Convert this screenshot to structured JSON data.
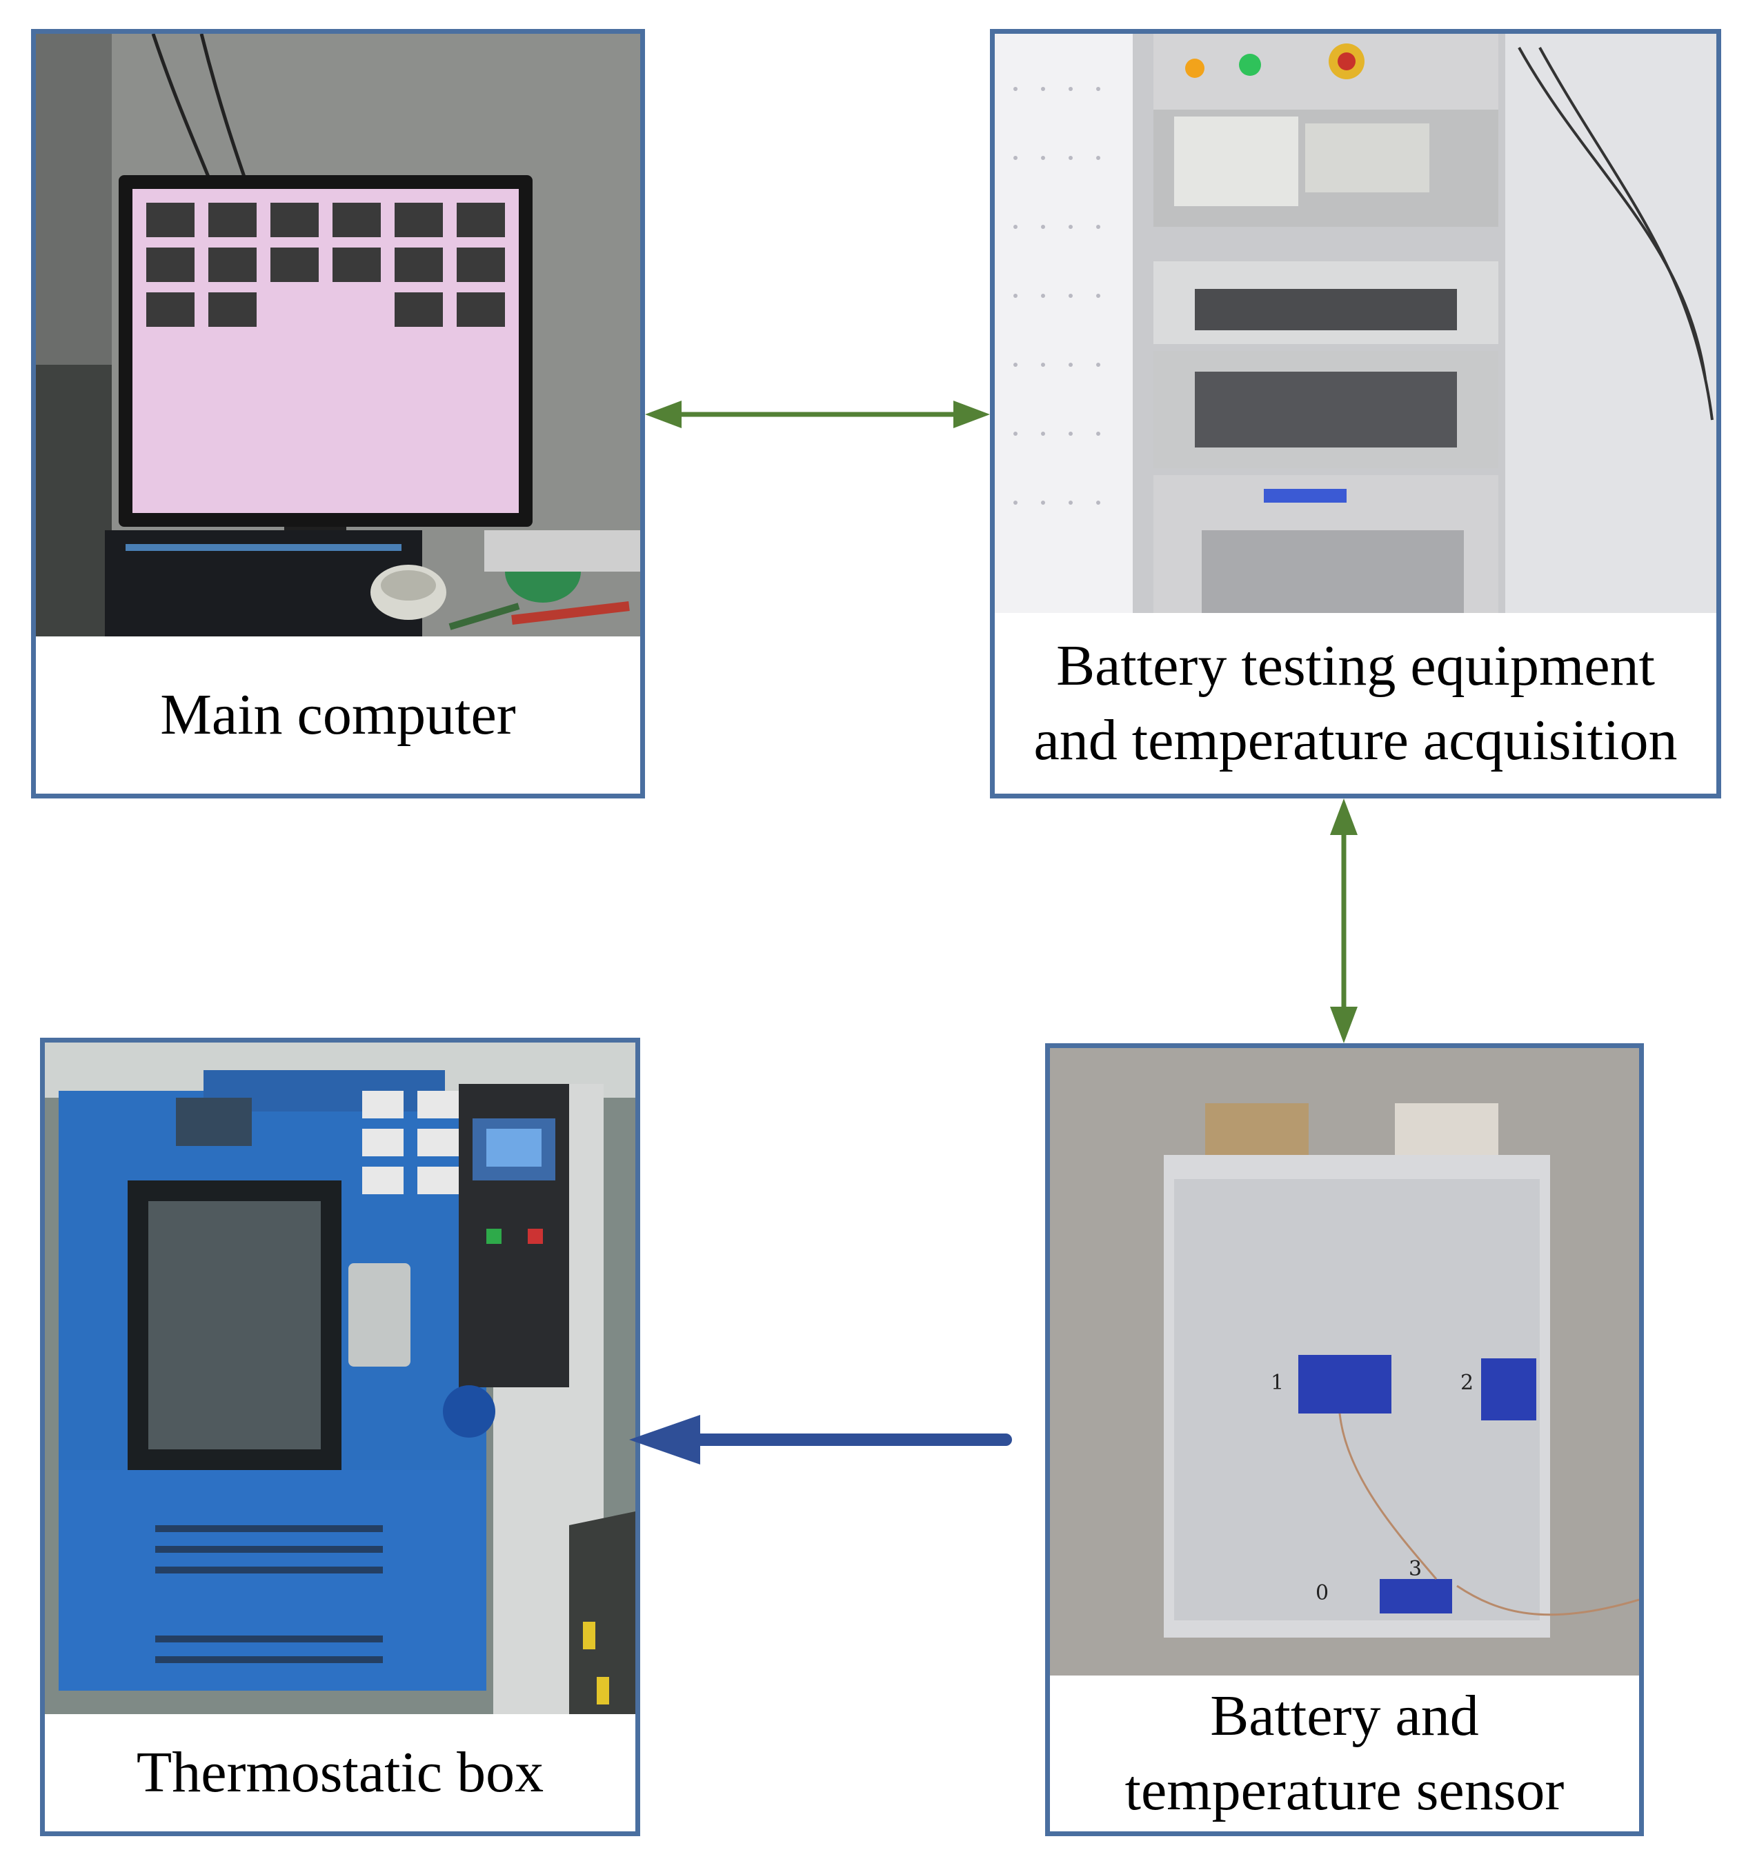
{
  "panels": {
    "main_computer": {
      "caption_lines": [
        "Main computer"
      ],
      "photo": "desktop-monitor-photo"
    },
    "battery_testing": {
      "caption_lines": [
        "Battery testing equipment",
        "and temperature acquisition"
      ],
      "photo": "test-cabinet-photo"
    },
    "thermostatic_box": {
      "caption_lines": [
        "Thermostatic box"
      ],
      "photo": "climate-chamber-photo"
    },
    "battery_sensor": {
      "caption_lines": [
        "Battery and",
        "temperature sensor"
      ],
      "photo": "pouch-cell-photo"
    }
  },
  "battery_photo_marks": [
    "1",
    "2",
    "0",
    "3"
  ],
  "arrows": {
    "computer_to_tester": {
      "direction": "bidirectional",
      "color": "#538135"
    },
    "tester_to_battery": {
      "direction": "bidirectional",
      "color": "#538135"
    },
    "battery_to_box": {
      "direction": "one-way",
      "color": "#2f4f97"
    }
  }
}
